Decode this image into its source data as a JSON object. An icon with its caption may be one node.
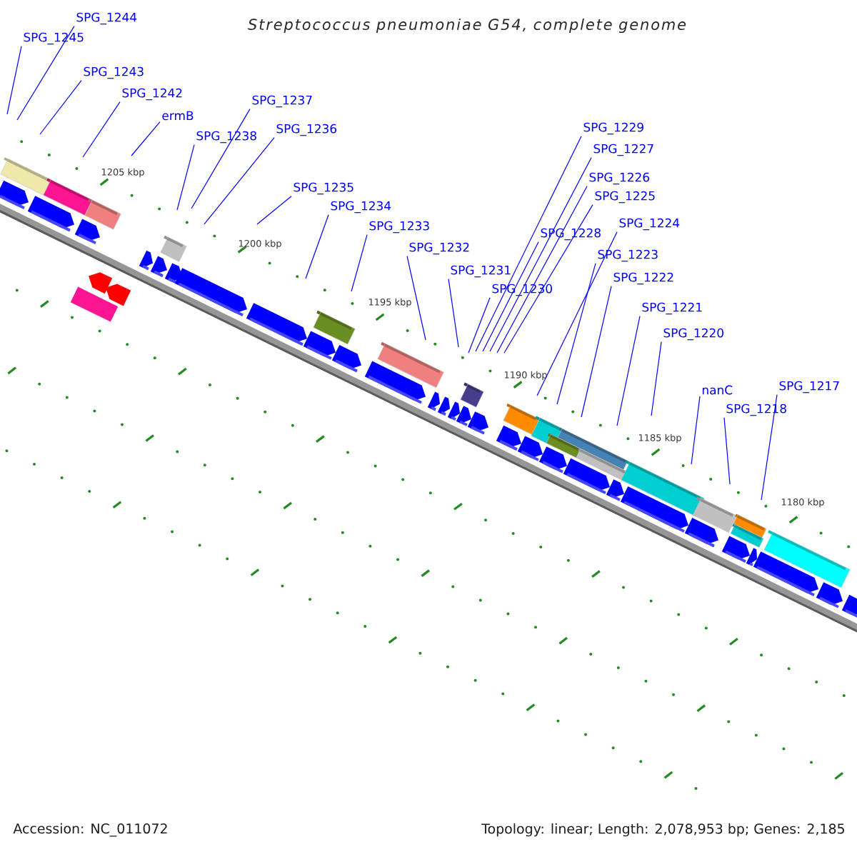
{
  "diagram": {
    "title": "Streptococcus pneumoniae G54, complete genome",
    "nodes": [
      {
        "text": [
          "SPG_1244"
        ]
      },
      {
        "text": [
          "SPG_1245"
        ]
      },
      {
        "text": [
          "SPG_1243"
        ]
      },
      {
        "text": [
          "SPG_1242"
        ]
      },
      {
        "text": [
          "SPG_1237"
        ]
      },
      {
        "text": [
          "ermB"
        ]
      },
      {
        "text": [
          "SPG_1229"
        ]
      },
      {
        "text": [
          "SPG_1236"
        ]
      },
      {
        "text": [
          "SPG_1238"
        ]
      },
      {
        "text": [
          "SPG_1227"
        ]
      },
      {
        "text": [
          "SPG_1226"
        ]
      },
      {
        "text": [
          "SPG_1235"
        ]
      },
      {
        "text": [
          "SPG_1225"
        ]
      },
      {
        "text": [
          "SPG_1234"
        ]
      },
      {
        "text": [
          "SPG_1224"
        ]
      },
      {
        "text": [
          "SPG_1233"
        ]
      },
      {
        "text": [
          "SPG_1228"
        ]
      },
      {
        "text": [
          "SPG_1232"
        ]
      },
      {
        "text": [
          "SPG_1223"
        ]
      },
      {
        "text": [
          "SPG_1231"
        ]
      },
      {
        "text": [
          "SPG_1222"
        ]
      },
      {
        "text": [
          "SPG_1230"
        ]
      },
      {
        "text": [
          "SPG_1221"
        ]
      },
      {
        "text": [
          "SPG_1220"
        ]
      },
      {
        "text": [
          "SPG_1217"
        ]
      },
      {
        "text": [
          "nanC"
        ]
      },
      {
        "text": [
          "SPG_1218"
        ]
      }
    ],
    "edges": [
      {
        "from": 0,
        "to": null,
        "arrow": "none"
      },
      {
        "from": 1,
        "to": null,
        "arrow": "none"
      },
      {
        "from": 2,
        "to": null,
        "arrow": "none"
      },
      {
        "from": 3,
        "to": null,
        "arrow": "none"
      },
      {
        "from": 4,
        "to": null,
        "arrow": "none"
      },
      {
        "from": 5,
        "to": null,
        "arrow": "none"
      },
      {
        "from": 6,
        "to": null,
        "arrow": "none"
      },
      {
        "from": 7,
        "to": null,
        "arrow": "none"
      },
      {
        "from": 8,
        "to": null,
        "arrow": "none"
      },
      {
        "from": 9,
        "to": null,
        "arrow": "none"
      },
      {
        "from": 10,
        "to": null,
        "arrow": "none"
      },
      {
        "from": 11,
        "to": null,
        "arrow": "none"
      },
      {
        "from": 12,
        "to": null,
        "arrow": "none"
      },
      {
        "from": 13,
        "to": null,
        "arrow": "none"
      },
      {
        "from": 14,
        "to": null,
        "arrow": "none"
      },
      {
        "from": 15,
        "to": null,
        "arrow": "none"
      },
      {
        "from": 16,
        "to": null,
        "arrow": "none"
      },
      {
        "from": 17,
        "to": null,
        "arrow": "none"
      },
      {
        "from": 18,
        "to": null,
        "arrow": "none"
      },
      {
        "from": 19,
        "to": null,
        "arrow": "none"
      },
      {
        "from": 20,
        "to": null,
        "arrow": "none"
      },
      {
        "from": 21,
        "to": null,
        "arrow": "none"
      },
      {
        "from": 22,
        "to": null,
        "arrow": "none"
      },
      {
        "from": 23,
        "to": null,
        "arrow": "none"
      },
      {
        "from": 24,
        "to": null,
        "arrow": "none"
      },
      {
        "from": 25,
        "to": null,
        "arrow": "none"
      },
      {
        "from": 26,
        "to": null,
        "arrow": "none"
      }
    ],
    "labels": [
      "1205 kbp",
      "1200 kbp",
      "1195 kbp",
      "1190 kbp",
      "1185 kbp",
      "1180 kbp",
      "Accession: NC_011072",
      "Topology: linear; Length: 2,078,953 bp; Genes: 2,185"
    ]
  }
}
